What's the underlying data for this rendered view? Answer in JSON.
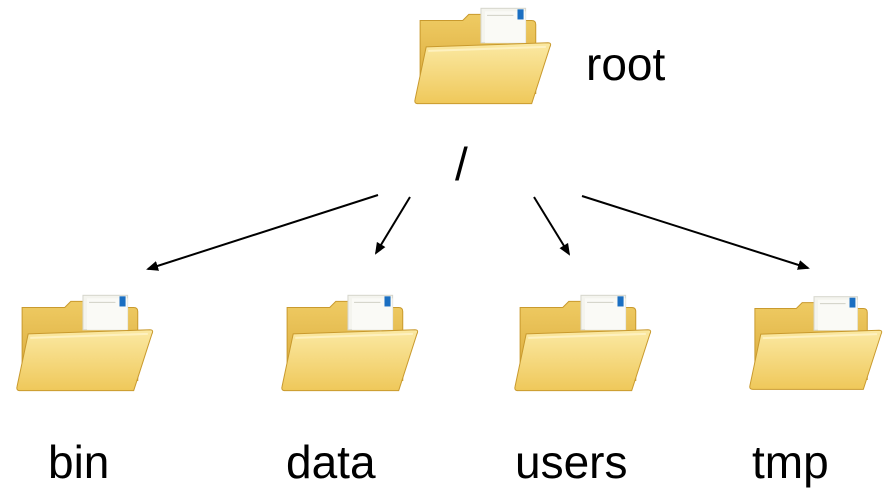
{
  "root": {
    "label": "root",
    "path_symbol": "/",
    "icon": "folder-icon"
  },
  "children": [
    {
      "label": "bin",
      "icon": "folder-icon"
    },
    {
      "label": "data",
      "icon": "folder-icon"
    },
    {
      "label": "users",
      "icon": "folder-icon"
    },
    {
      "label": "tmp",
      "icon": "folder-icon"
    }
  ],
  "colors": {
    "folder_back": "#E3B94A",
    "folder_front": "#F6DA7A",
    "folder_front_light": "#FBE9A3",
    "folder_edge": "#C99A2E",
    "paper": "#F4F4EE",
    "tab_blue": "#1B6FC2",
    "arrow": "#000000"
  }
}
